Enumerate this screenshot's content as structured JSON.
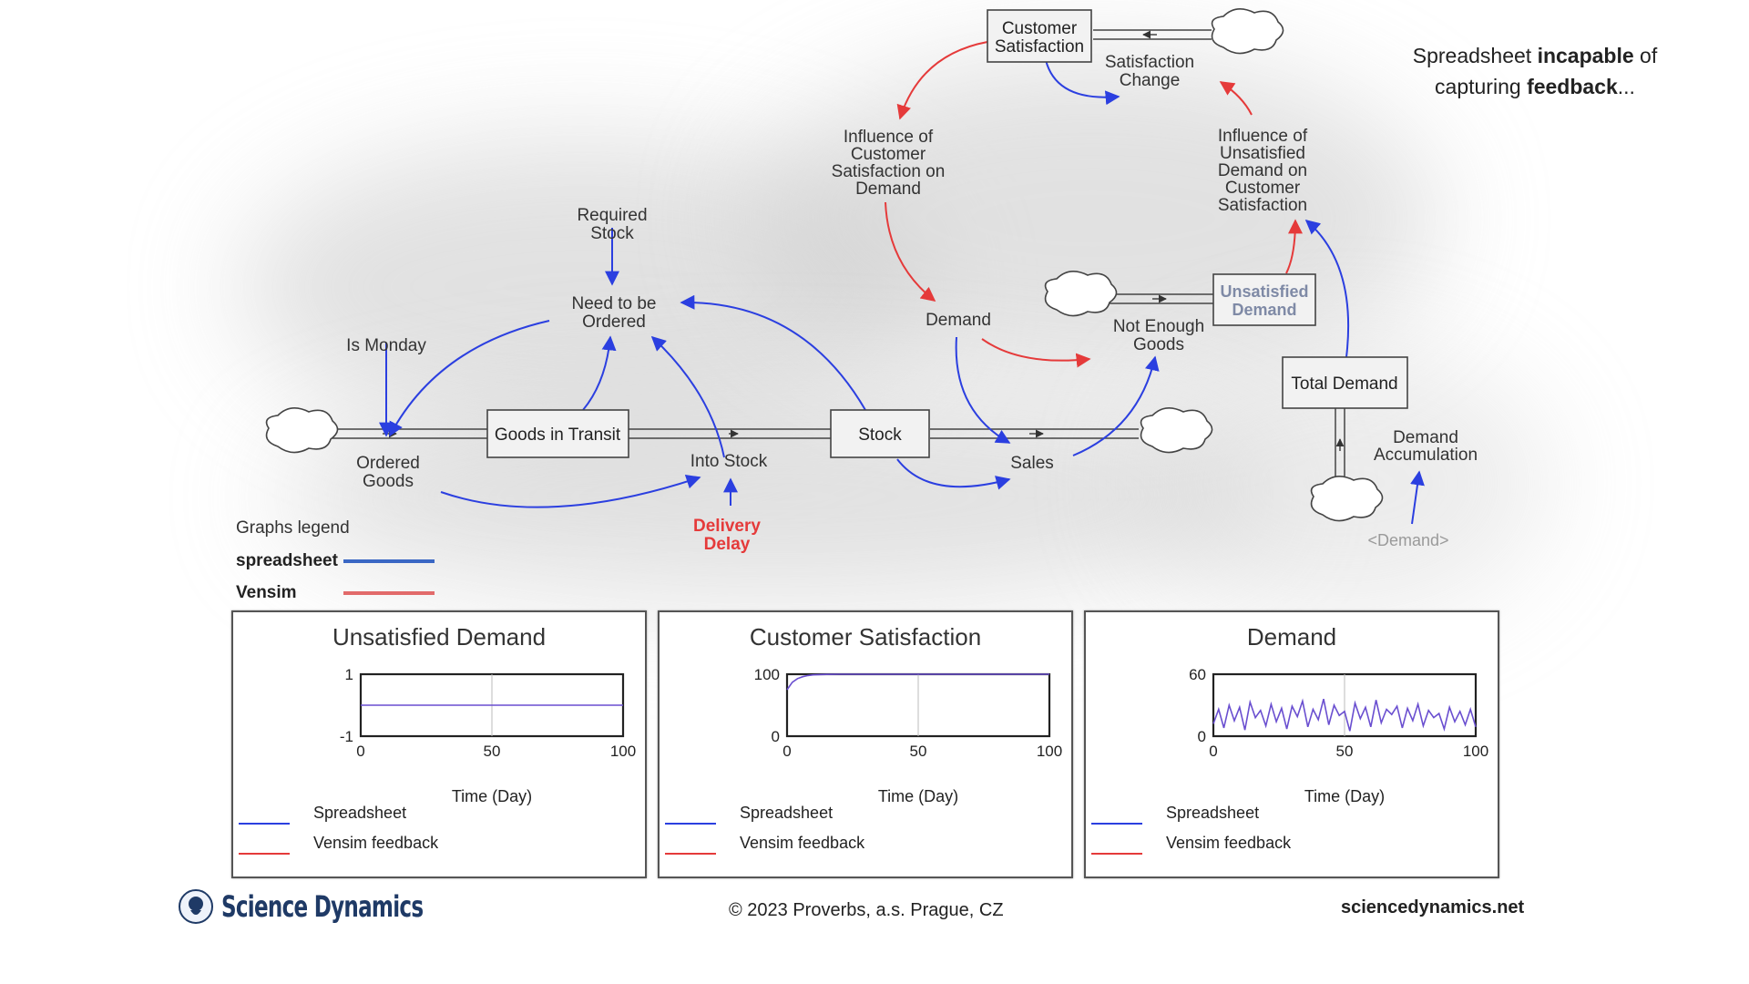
{
  "note": {
    "line1_a": "Spreadsheet ",
    "line1_b": "incapable",
    "line1_c": " of",
    "line2_a": "capturing ",
    "line2_b": "feedback",
    "line2_c": "..."
  },
  "diagram": {
    "customer_satisfaction": [
      "Customer",
      "Satisfaction"
    ],
    "satisfaction_change": [
      "Satisfaction",
      "Change"
    ],
    "influence_cs_on_demand": [
      "Influence of",
      "Customer",
      "Satisfaction on",
      "Demand"
    ],
    "influence_ud_on_cs": [
      "Influence of",
      "Unsatisfied",
      "Demand on",
      "Customer",
      "Satisfaction"
    ],
    "required_stock": [
      "Required",
      "Stock"
    ],
    "need_to_be_ordered": [
      "Need to be",
      "Ordered"
    ],
    "is_monday": "Is Monday",
    "goods_in_transit": "Goods in Transit",
    "stock": "Stock",
    "ordered_goods": [
      "Ordered",
      "Goods"
    ],
    "into_stock": "Into Stock",
    "sales": "Sales",
    "demand": "Demand",
    "not_enough_goods": [
      "Not Enough",
      "Goods"
    ],
    "unsatisfied_demand": [
      "Unsatisfied",
      "Demand"
    ],
    "total_demand": "Total Demand",
    "demand_accumulation": [
      "Demand",
      "Accumulation"
    ],
    "demand_shadow": "<Demand>",
    "delivery_delay": [
      "Delivery",
      "Delay"
    ]
  },
  "legend": {
    "title": "Graphs legend",
    "spreadsheet": "spreadsheet",
    "vensim": "Vensim"
  },
  "colors": {
    "spreadsheet": "#3a67c4",
    "vensim": "#e04848",
    "causal_blue": "#2b3fe0",
    "causal_red": "#e53a3a",
    "plot_line": "#6a4fd0"
  },
  "charts": [
    {
      "title": "Unsatisfied Demand",
      "xlabel": "Time (Day)",
      "xticks": [
        "0",
        "50",
        "100"
      ],
      "yticks": [
        "1",
        "-1"
      ],
      "legend": [
        "Spreadsheet",
        "Vensim feedback"
      ]
    },
    {
      "title": "Customer Satisfaction",
      "xlabel": "Time (Day)",
      "xticks": [
        "0",
        "50",
        "100"
      ],
      "yticks": [
        "100",
        "0"
      ],
      "legend": [
        "Spreadsheet",
        "Vensim feedback"
      ]
    },
    {
      "title": "Demand",
      "xlabel": "Time (Day)",
      "xticks": [
        "0",
        "50",
        "100"
      ],
      "yticks": [
        "60",
        "0"
      ],
      "legend": [
        "Spreadsheet",
        "Vensim feedback"
      ]
    }
  ],
  "chart_data": [
    {
      "type": "line",
      "title": "Unsatisfied Demand",
      "xlabel": "Time (Day)",
      "xlim": [
        0,
        100
      ],
      "ylim": [
        -1,
        1
      ],
      "series": [
        {
          "x": [
            0,
            100
          ],
          "values": [
            0,
            0
          ]
        }
      ]
    },
    {
      "type": "line",
      "title": "Customer Satisfaction",
      "xlabel": "Time (Day)",
      "xlim": [
        0,
        100
      ],
      "ylim": [
        0,
        100
      ],
      "series": [
        {
          "x": [
            0,
            2,
            4,
            6,
            8,
            10,
            15,
            20,
            30,
            100
          ],
          "values": [
            75,
            87,
            93,
            96,
            98,
            99,
            99.7,
            100,
            100,
            100
          ]
        }
      ]
    },
    {
      "type": "line",
      "title": "Demand",
      "xlabel": "Time (Day)",
      "xlim": [
        0,
        100
      ],
      "ylim": [
        0,
        60
      ],
      "series": [
        {
          "x": [
            0,
            2,
            4,
            6,
            8,
            10,
            12,
            14,
            16,
            18,
            20,
            22,
            24,
            26,
            28,
            30,
            32,
            34,
            36,
            38,
            40,
            42,
            44,
            46,
            48,
            50,
            52,
            54,
            56,
            58,
            60,
            62,
            64,
            66,
            68,
            70,
            72,
            74,
            76,
            78,
            80,
            82,
            84,
            86,
            88,
            90,
            92,
            94,
            96,
            98,
            100
          ],
          "values": [
            12,
            26,
            8,
            30,
            15,
            28,
            6,
            33,
            18,
            25,
            10,
            31,
            14,
            27,
            7,
            29,
            19,
            34,
            9,
            26,
            16,
            36,
            11,
            30,
            20,
            24,
            5,
            32,
            17,
            28,
            9,
            35,
            13,
            26,
            21,
            29,
            8,
            27,
            15,
            31,
            10,
            25,
            18,
            22,
            7,
            28,
            14,
            24,
            11,
            26,
            9
          ]
        }
      ]
    }
  ],
  "footer": {
    "copyright": "© 2023 Proverbs, a.s. Prague, CZ",
    "website": "sciencedynamics.net",
    "brand": "Science Dynamics"
  }
}
